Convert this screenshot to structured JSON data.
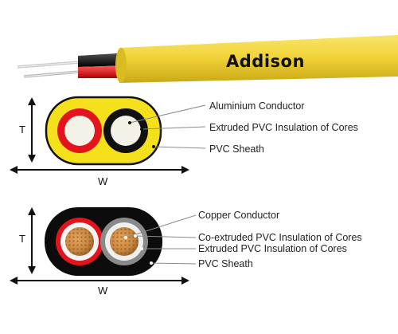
{
  "header": {
    "brand": "Addison",
    "sheath_color": "#f2d43a",
    "sheath_shadow": "#c9a815"
  },
  "section1": {
    "core_colors": [
      "#e3141c",
      "#111111"
    ],
    "insulation_fill": "#f4f1e6",
    "sheath_color": "#f5e01c",
    "labels": [
      "Aluminium Conductor",
      "Extruded PVC Insulation of Cores",
      "PVC Sheath"
    ],
    "dim_t": "T",
    "dim_w": "W"
  },
  "section2": {
    "core_colors": [
      "#e3141c",
      "#8a8a8a"
    ],
    "conductor_color": "#c98740",
    "sheath_color": "#0c0c0c",
    "labels": [
      "Copper Conductor",
      "Co-extruded PVC Insulation of Cores",
      "Extruded PVC Insulation of Cores",
      "PVC Sheath"
    ],
    "dim_t": "T",
    "dim_w": "W"
  }
}
